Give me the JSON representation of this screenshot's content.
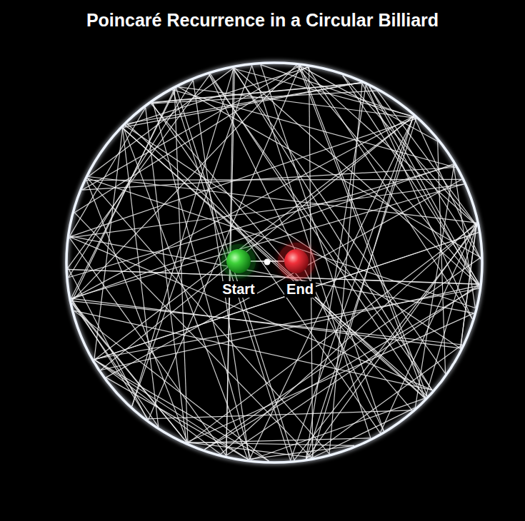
{
  "diagram": {
    "title": "Poincaré Recurrence in a Circular Billiard",
    "labels": [
      "Start",
      "End"
    ]
  }
}
